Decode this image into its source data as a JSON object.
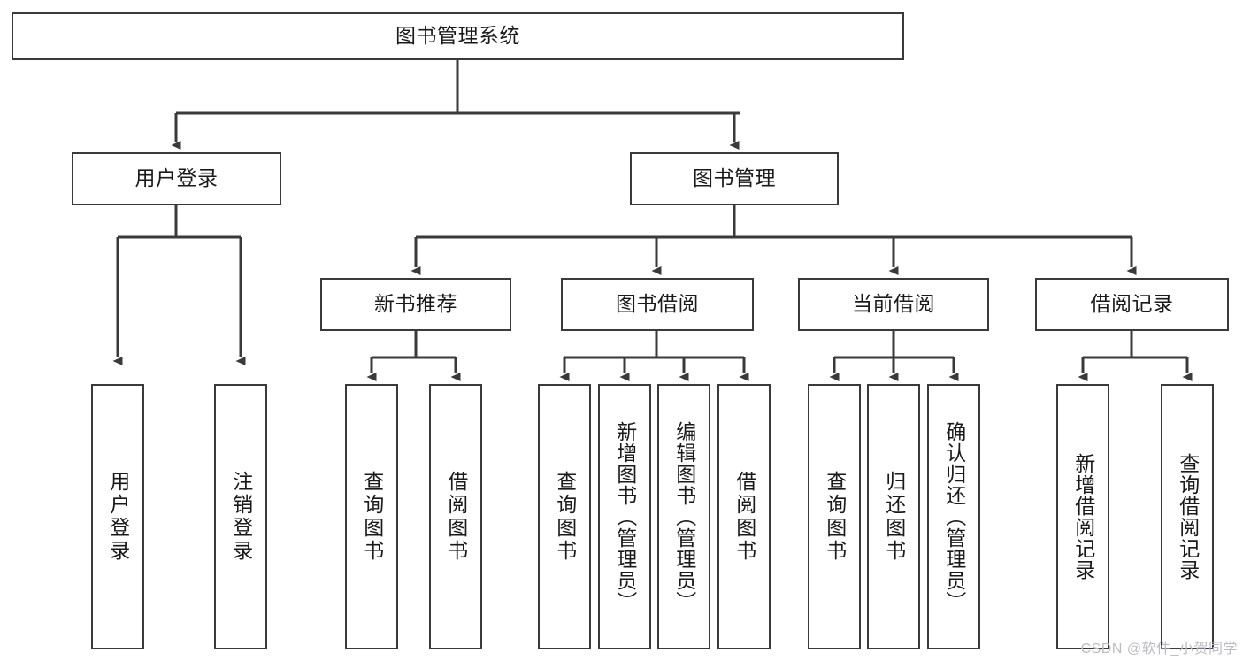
{
  "diagram": {
    "title": "图书管理系统",
    "watermark": "CSDN @软件_小贺同学",
    "colors": {
      "stroke": "#3a3a3a",
      "box_fill": "#ffffff",
      "text": "#1a1a1a",
      "watermark": "#b9bcc0",
      "background": "#ffffff"
    },
    "nodes": {
      "root": {
        "label": "图书管理系统"
      },
      "level2": [
        {
          "label": "用户登录"
        },
        {
          "label": "图书管理"
        }
      ],
      "level3": [
        {
          "label": "新书推荐"
        },
        {
          "label": "图书借阅"
        },
        {
          "label": "当前借阅"
        },
        {
          "label": "借阅记录"
        }
      ],
      "leaves": {
        "user_login": [
          {
            "label": "用户登录"
          },
          {
            "label": "注销登录"
          }
        ],
        "new_book_recommend": [
          {
            "label": "查询图书"
          },
          {
            "label": "借阅图书"
          }
        ],
        "book_borrow": [
          {
            "label": "查询图书"
          },
          {
            "label": "新增图书（管理员）"
          },
          {
            "label": "编辑图书（管理员）"
          },
          {
            "label": "借阅图书"
          }
        ],
        "current_borrow": [
          {
            "label": "查询图书"
          },
          {
            "label": "归还图书"
          },
          {
            "label": "确认归还（管理员）"
          }
        ],
        "borrow_record": [
          {
            "label": "新增借阅记录"
          },
          {
            "label": "查询借阅记录"
          }
        ]
      }
    }
  }
}
